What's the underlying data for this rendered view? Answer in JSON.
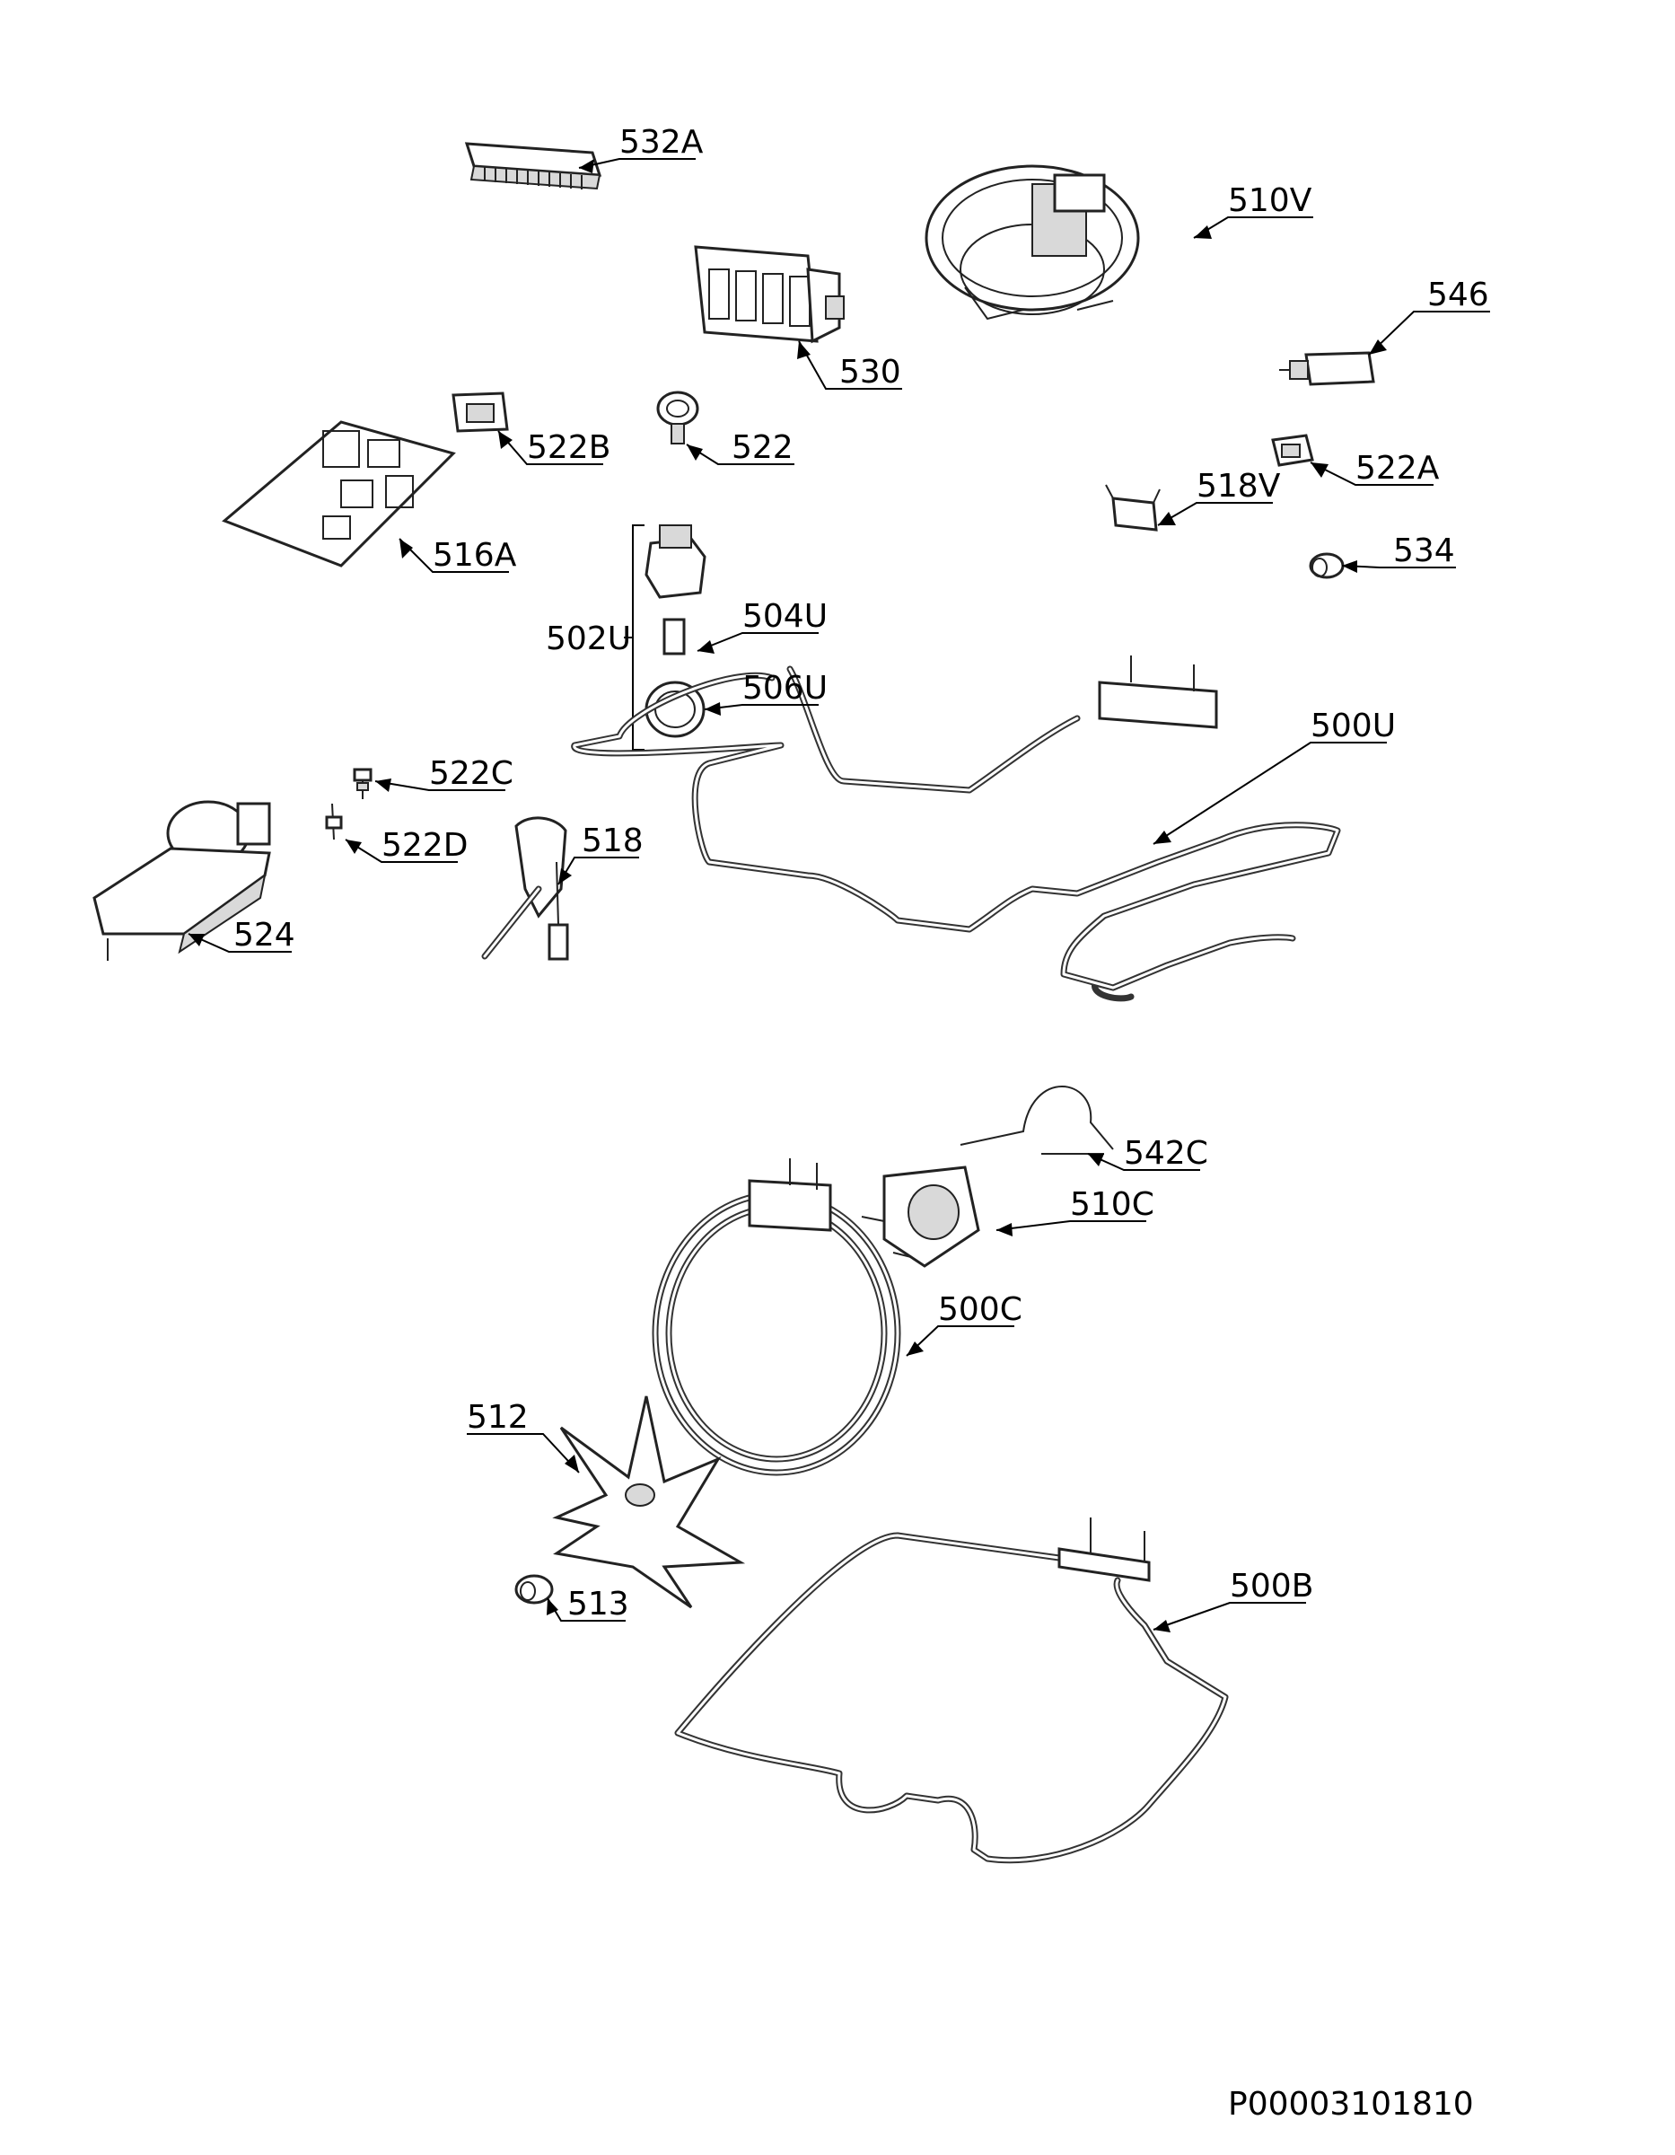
{
  "document_code": "P00003101810",
  "callouts": [
    {
      "id": "532A",
      "label": "532A"
    },
    {
      "id": "510V",
      "label": "510V"
    },
    {
      "id": "546",
      "label": "546"
    },
    {
      "id": "530",
      "label": "530"
    },
    {
      "id": "522B",
      "label": "522B"
    },
    {
      "id": "522",
      "label": "522"
    },
    {
      "id": "522A",
      "label": "522A"
    },
    {
      "id": "518V",
      "label": "518V"
    },
    {
      "id": "516A",
      "label": "516A"
    },
    {
      "id": "534",
      "label": "534"
    },
    {
      "id": "502U",
      "label": "502U"
    },
    {
      "id": "504U",
      "label": "504U"
    },
    {
      "id": "506U",
      "label": "506U"
    },
    {
      "id": "500U",
      "label": "500U"
    },
    {
      "id": "522C",
      "label": "522C"
    },
    {
      "id": "522D",
      "label": "522D"
    },
    {
      "id": "518",
      "label": "518"
    },
    {
      "id": "524",
      "label": "524"
    },
    {
      "id": "542C",
      "label": "542C"
    },
    {
      "id": "510C",
      "label": "510C"
    },
    {
      "id": "500C",
      "label": "500C"
    },
    {
      "id": "512",
      "label": "512"
    },
    {
      "id": "513",
      "label": "513"
    },
    {
      "id": "500B",
      "label": "500B"
    }
  ]
}
